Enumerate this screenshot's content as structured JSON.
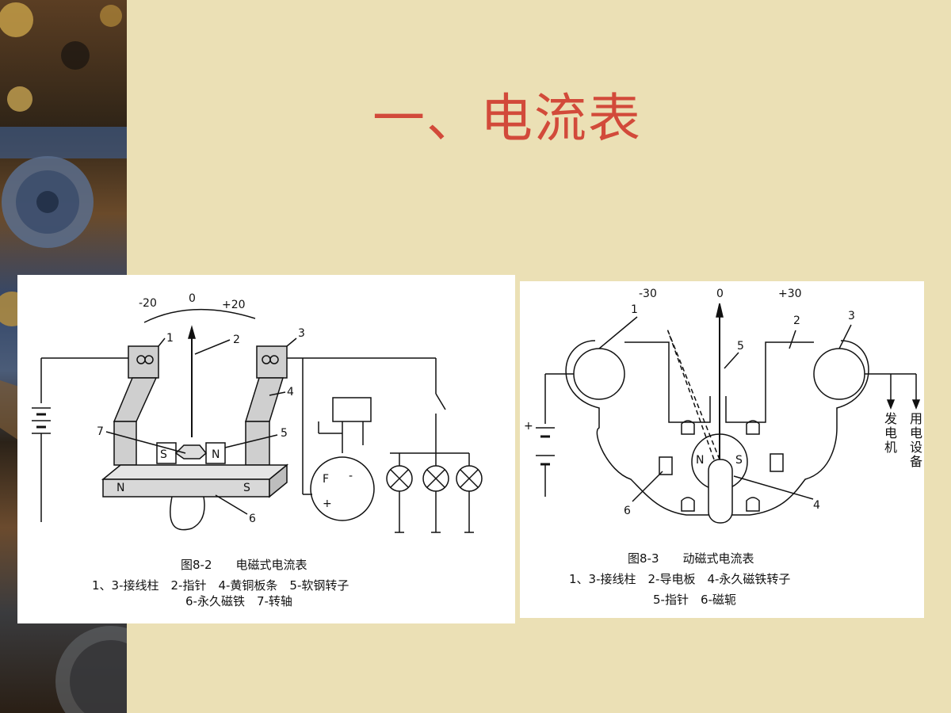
{
  "slide": {
    "title": "一、电流表",
    "colors": {
      "background": "#ebe0b5",
      "title": "#d24a3a",
      "panel": "#ffffff",
      "ink": "#111111"
    }
  },
  "figure_left": {
    "scale_labels": [
      "-20",
      "0",
      "+20"
    ],
    "callouts": [
      "1",
      "2",
      "3",
      "4",
      "5",
      "6",
      "7"
    ],
    "magnet_labels": [
      "S",
      "N",
      "N",
      "S"
    ],
    "generator_labels": [
      "F",
      "-",
      "+"
    ],
    "caption_title": "图8-2　　电磁式电流表",
    "caption_line1": "1、3-接线柱　2-指针　4-黄铜板条　5-软钢转子",
    "caption_line2": "6-永久磁铁　7-转轴"
  },
  "figure_right": {
    "scale_labels": [
      "-30",
      "0",
      "+30"
    ],
    "callouts": [
      "1",
      "2",
      "3",
      "4",
      "5",
      "6"
    ],
    "magnet_labels": [
      "N",
      "S"
    ],
    "polarity": "+",
    "side_label_1": "发电机",
    "side_label_2": "用电设备",
    "caption_title": "图8-3　　动磁式电流表",
    "caption_line1": "1、3-接线柱　2-导电板　4-永久磁铁转子",
    "caption_line2": "5-指针　6-磁轭"
  }
}
